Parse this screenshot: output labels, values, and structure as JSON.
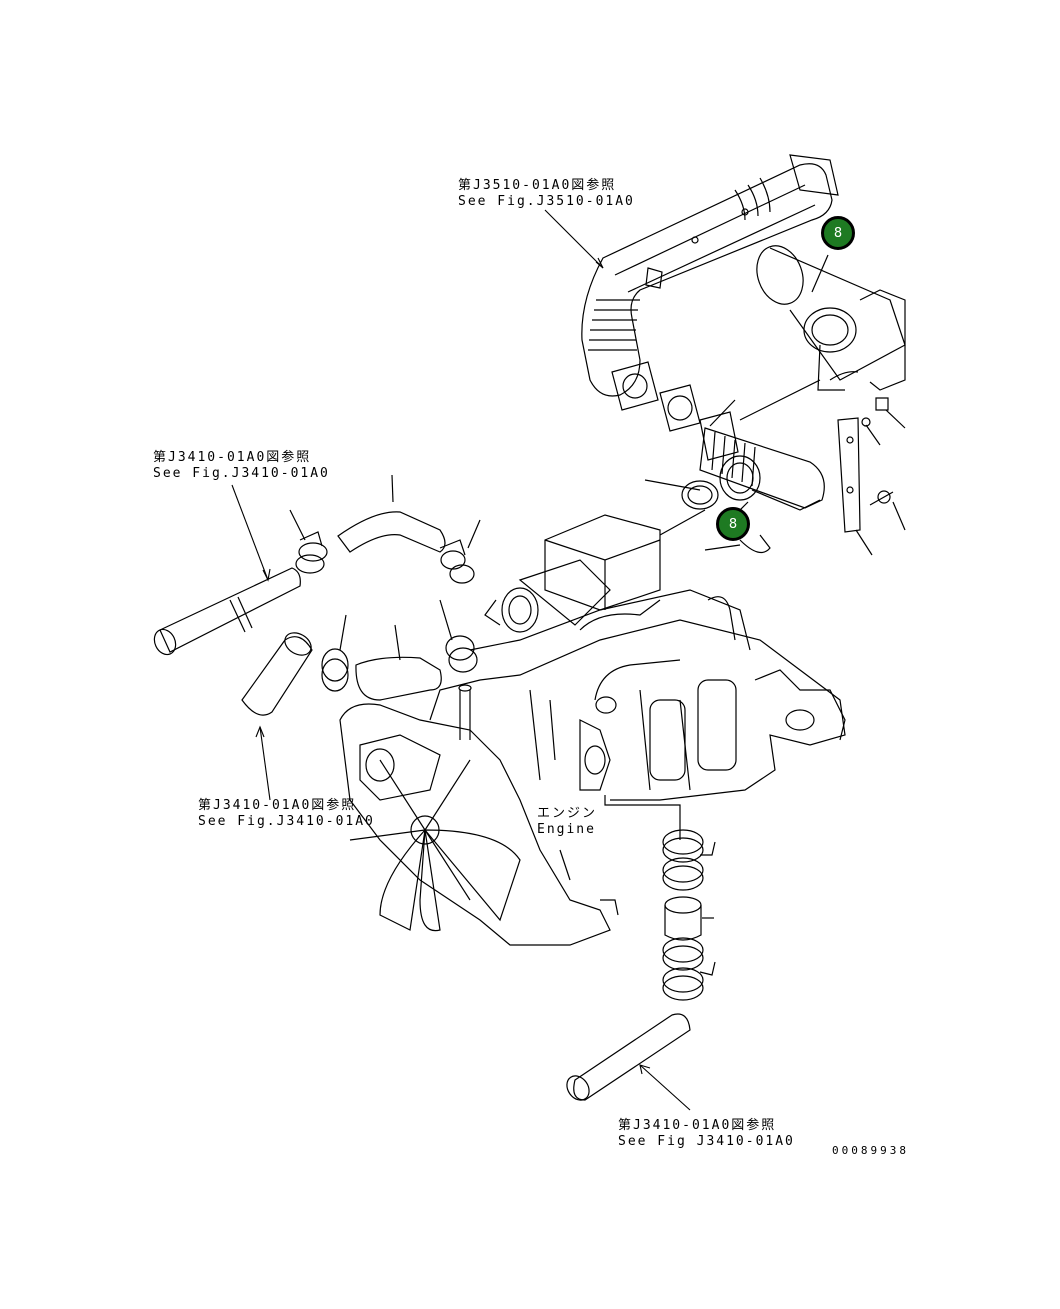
{
  "references": [
    {
      "jp": "第J3510-01A0図参照",
      "en": "See Fig.J3510-01A0"
    },
    {
      "jp": "第J3410-01A0図参照",
      "en": "See Fig.J3410-01A0"
    },
    {
      "jp": "第J3410-01A0図参照",
      "en": "See Fig.J3410-01A0"
    },
    {
      "jp": "第J3410-01A0図参照",
      "en": "See Fig J3410-01A0"
    }
  ],
  "engine_label": {
    "jp": "エンジン",
    "en": "Engine"
  },
  "callouts": [
    {
      "number": "8"
    },
    {
      "number": "8"
    }
  ],
  "drawing_number": "00089938",
  "colors": {
    "callout_fill": "#1e7a22",
    "line": "#000000"
  }
}
